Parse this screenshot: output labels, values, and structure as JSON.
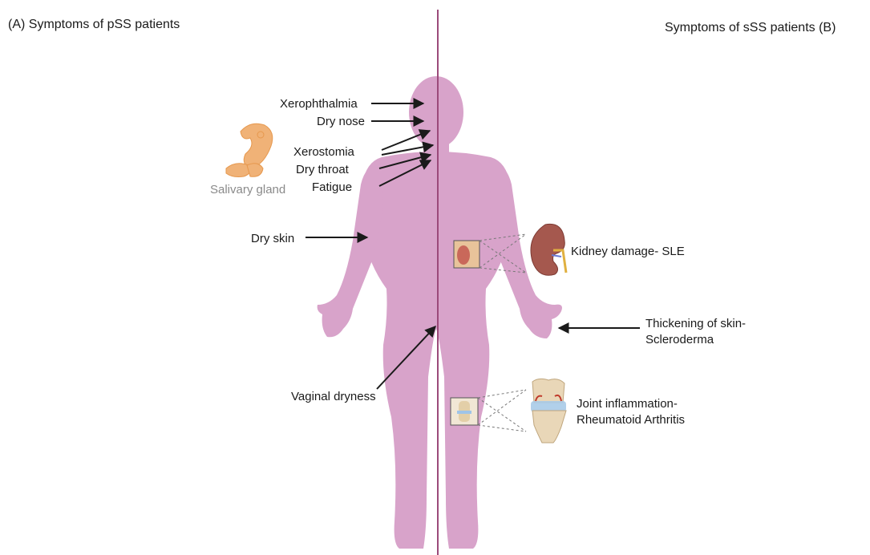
{
  "colors": {
    "body": "#d8a3ca",
    "divider": "#9b4a7a",
    "arrow": "#1a1a1a",
    "gland": "#f0b277",
    "kidney": "#a5584e",
    "knee": "#e9d7b8",
    "label_grey": "#8a8a8a"
  },
  "header_left": "(A) Symptoms of pSS patients",
  "header_right": "Symptoms of sSS patients (B)",
  "left_labels": {
    "xerophthalmia": "Xerophthalmia",
    "dry_nose": "Dry nose",
    "xerostomia": "Xerostomia",
    "dry_throat": "Dry throat",
    "fatigue": "Fatigue",
    "dry_skin": "Dry skin",
    "vaginal_dryness": "Vaginal dryness"
  },
  "salivary_gland_label": "Salivary gland",
  "right_labels": {
    "kidney_damage": "Kidney damage- SLE",
    "thickening_line1": "Thickening of skin-",
    "thickening_line2": "Scleroderma",
    "joint_line1": "Joint inflammation-",
    "joint_line2": "Rheumatoid Arthritis"
  },
  "icons": [
    "body-silhouette-icon",
    "salivary-gland-icon",
    "kidney-icon",
    "knee-joint-icon"
  ]
}
